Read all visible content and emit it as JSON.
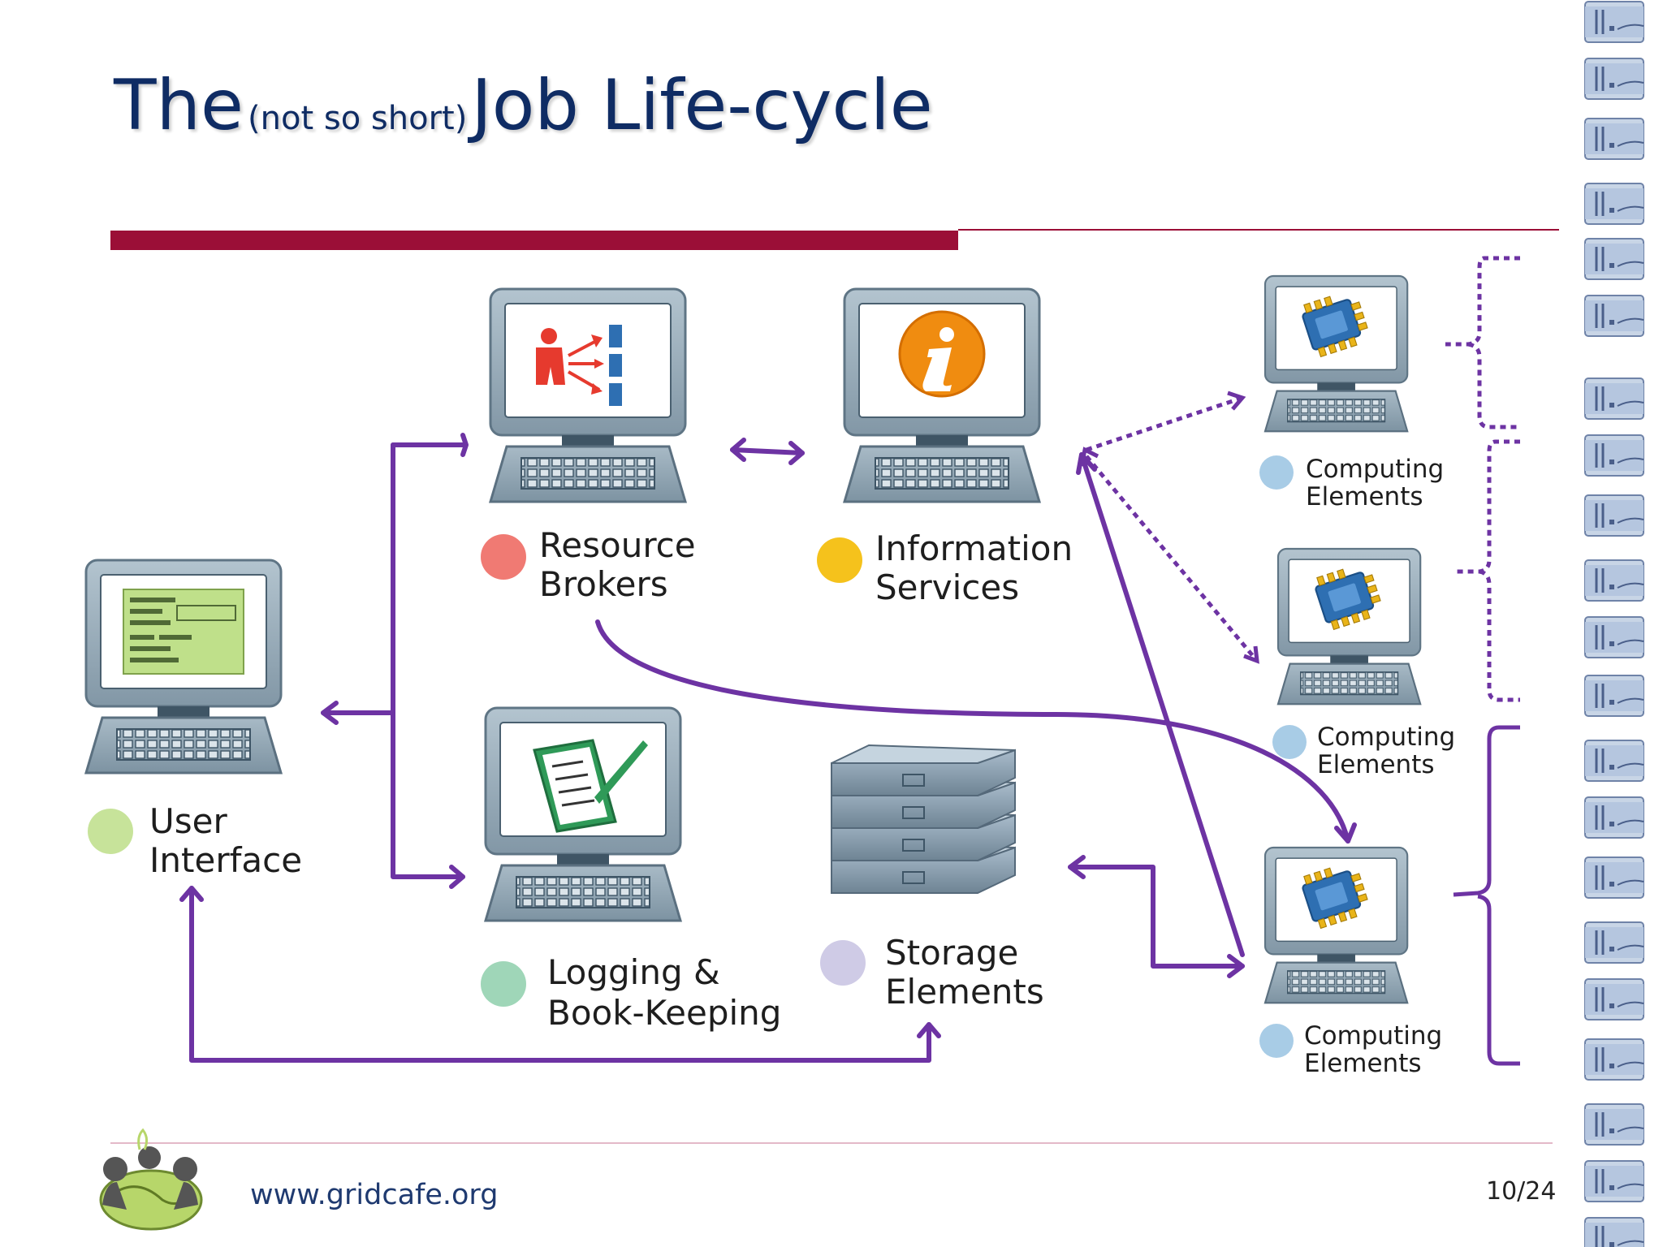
{
  "title": {
    "part1": "The",
    "aside": "(not so short)",
    "part2": "Job Life-cycle"
  },
  "nodes": {
    "user_interface": {
      "line1": "User",
      "line2": "Interface",
      "dot_color": "#c7e39a"
    },
    "resource_brokers": {
      "line1": "Resource",
      "line2": "Brokers",
      "dot_color": "#f07a73"
    },
    "information_services": {
      "line1": "Information",
      "line2": "Services",
      "dot_color": "#f5c21c"
    },
    "logging": {
      "line1": "Logging &",
      "line2": "Book-Keeping",
      "dot_color": "#9fd6b8"
    },
    "storage": {
      "line1": "Storage",
      "line2": "Elements",
      "dot_color": "#cfcbe6"
    },
    "computing_1": {
      "line1": "Computing",
      "line2": "Elements",
      "dot_color": "#a8cce6"
    },
    "computing_2": {
      "line1": "Computing",
      "line2": "Elements",
      "dot_color": "#a8cce6"
    },
    "computing_3": {
      "line1": "Computing",
      "line2": "Elements",
      "dot_color": "#a8cce6"
    }
  },
  "colors": {
    "title": "#0f2c64",
    "accent_bar": "#9b0f37",
    "arrow": "#6d33a3",
    "rule": "#e3b9c8"
  },
  "footer": {
    "url": "www.gridcafe.org",
    "page": "10/24"
  },
  "icons": [
    "user-interface-screen-icon",
    "resource-broker-icon",
    "info-icon",
    "clipboard-icon",
    "storage-stack-icon",
    "chip-icon",
    "gridcafe-logo",
    "server-rack-icon"
  ]
}
